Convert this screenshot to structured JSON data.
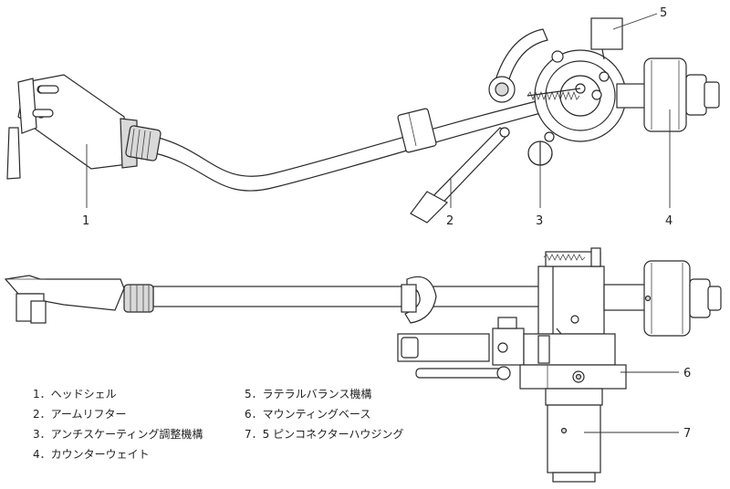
{
  "callouts": [
    "1",
    "2",
    "3",
    "4",
    "5",
    "6",
    "7"
  ],
  "legend": [
    "1．ヘッドシェル",
    "2．アームリフター",
    "3．アンチスケーティング調整機構",
    "4．カウンターウェイト",
    "5．ラテラルバランス機構",
    "6．マウンティングベース",
    "7．5 ピンコネクターハウジング"
  ]
}
